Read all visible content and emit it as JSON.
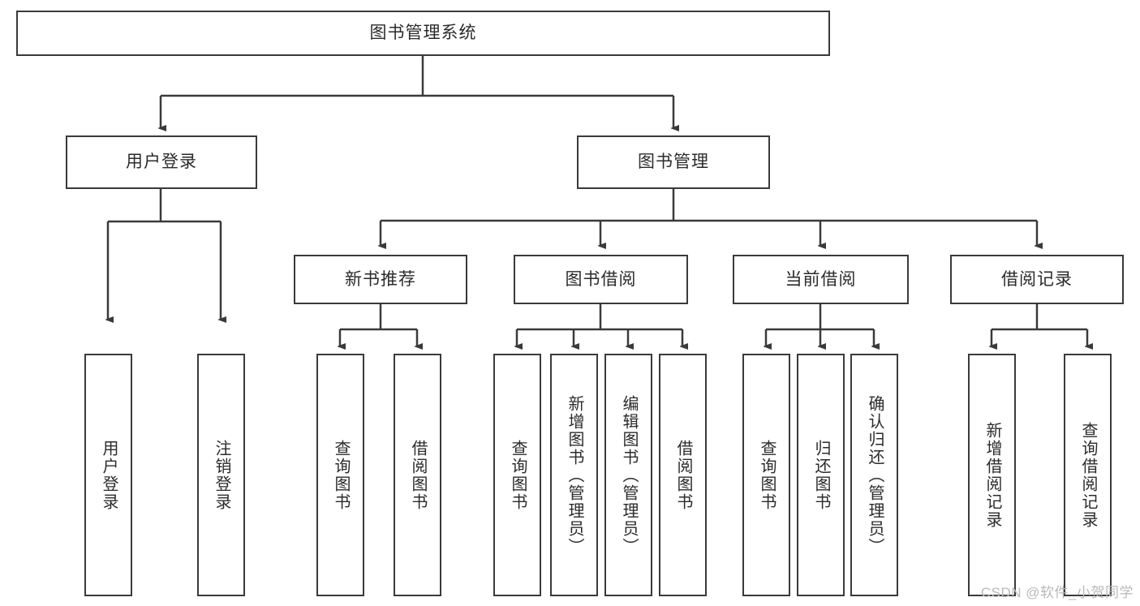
{
  "diagram": {
    "type": "hierarchy-tree",
    "title": "图书管理系统",
    "root": {
      "label": "图书管理系统"
    },
    "level2": [
      {
        "label": "用户登录"
      },
      {
        "label": "图书管理"
      }
    ],
    "level3": [
      {
        "label": "新书推荐"
      },
      {
        "label": "图书借阅"
      },
      {
        "label": "当前借阅"
      },
      {
        "label": "借阅记录"
      }
    ],
    "leaves": {
      "user_login": [
        {
          "label": "用户登录"
        },
        {
          "label": "注销登录"
        }
      ],
      "new_book_recommend": [
        {
          "label": "查询图书"
        },
        {
          "label": "借阅图书"
        }
      ],
      "book_borrow": [
        {
          "label": "查询图书"
        },
        {
          "label": "新增图书（管理员）"
        },
        {
          "label": "编辑图书（管理员）"
        },
        {
          "label": "借阅图书"
        }
      ],
      "current_borrow": [
        {
          "label": "查询图书"
        },
        {
          "label": "归还图书"
        },
        {
          "label": "确认归还（管理员）"
        }
      ],
      "borrow_record": [
        {
          "label": "新增借阅记录"
        },
        {
          "label": "查询借阅记录"
        }
      ]
    }
  },
  "watermark": {
    "text": "CSDN @软件_小贺同学"
  },
  "colors": {
    "stroke": "#3a3a3a",
    "background": "#ffffff",
    "text": "#2b2b2b",
    "watermark": "#b9b9b9"
  }
}
